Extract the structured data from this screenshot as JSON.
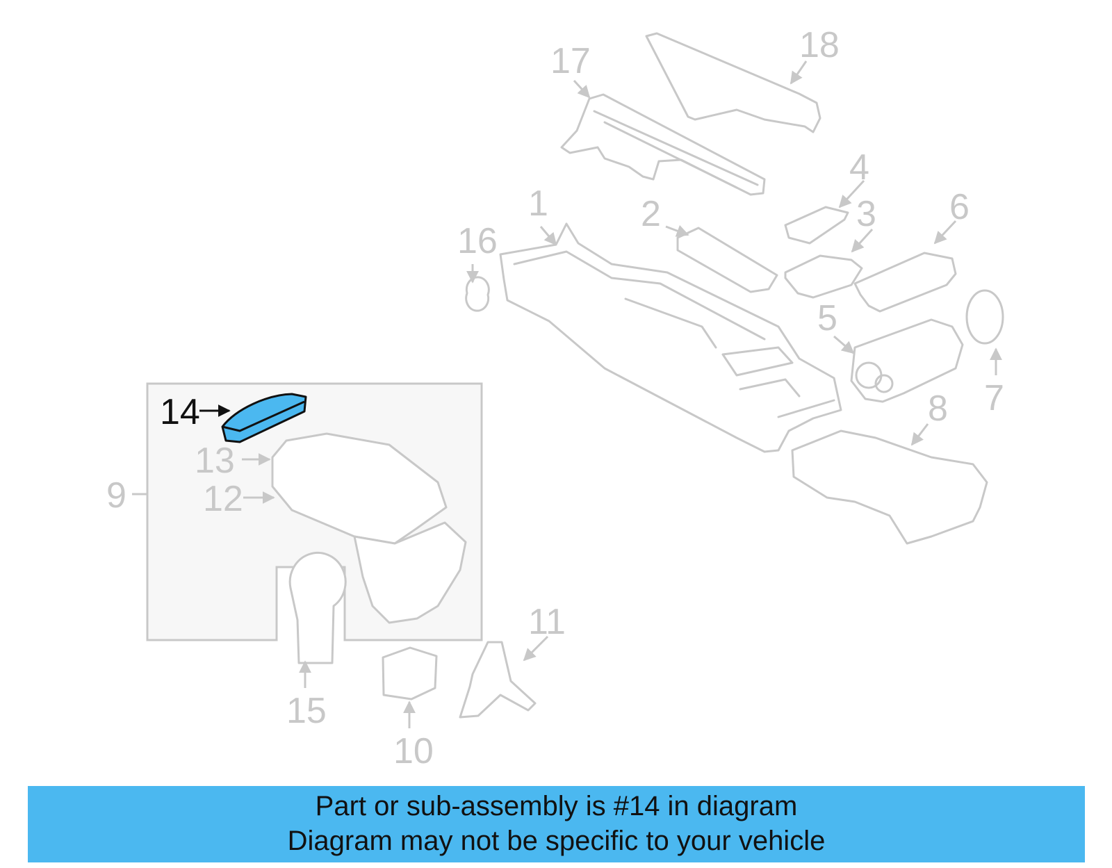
{
  "callouts": {
    "n1": "1",
    "n2": "2",
    "n3": "3",
    "n4": "4",
    "n5": "5",
    "n6": "6",
    "n7": "7",
    "n8": "8",
    "n9": "9",
    "n10": "10",
    "n11": "11",
    "n12": "12",
    "n13": "13",
    "n14": "14",
    "n15": "15",
    "n16": "16",
    "n17": "17",
    "n18": "18"
  },
  "highlighted_part": "14",
  "colors": {
    "highlight": "#4bb8f0",
    "line_gray": "#c8c8c8",
    "banner": "#4bb8f0"
  },
  "banner": {
    "line1": "Part or sub-assembly is #14 in diagram",
    "line2": "Diagram may not be specific to your vehicle"
  }
}
